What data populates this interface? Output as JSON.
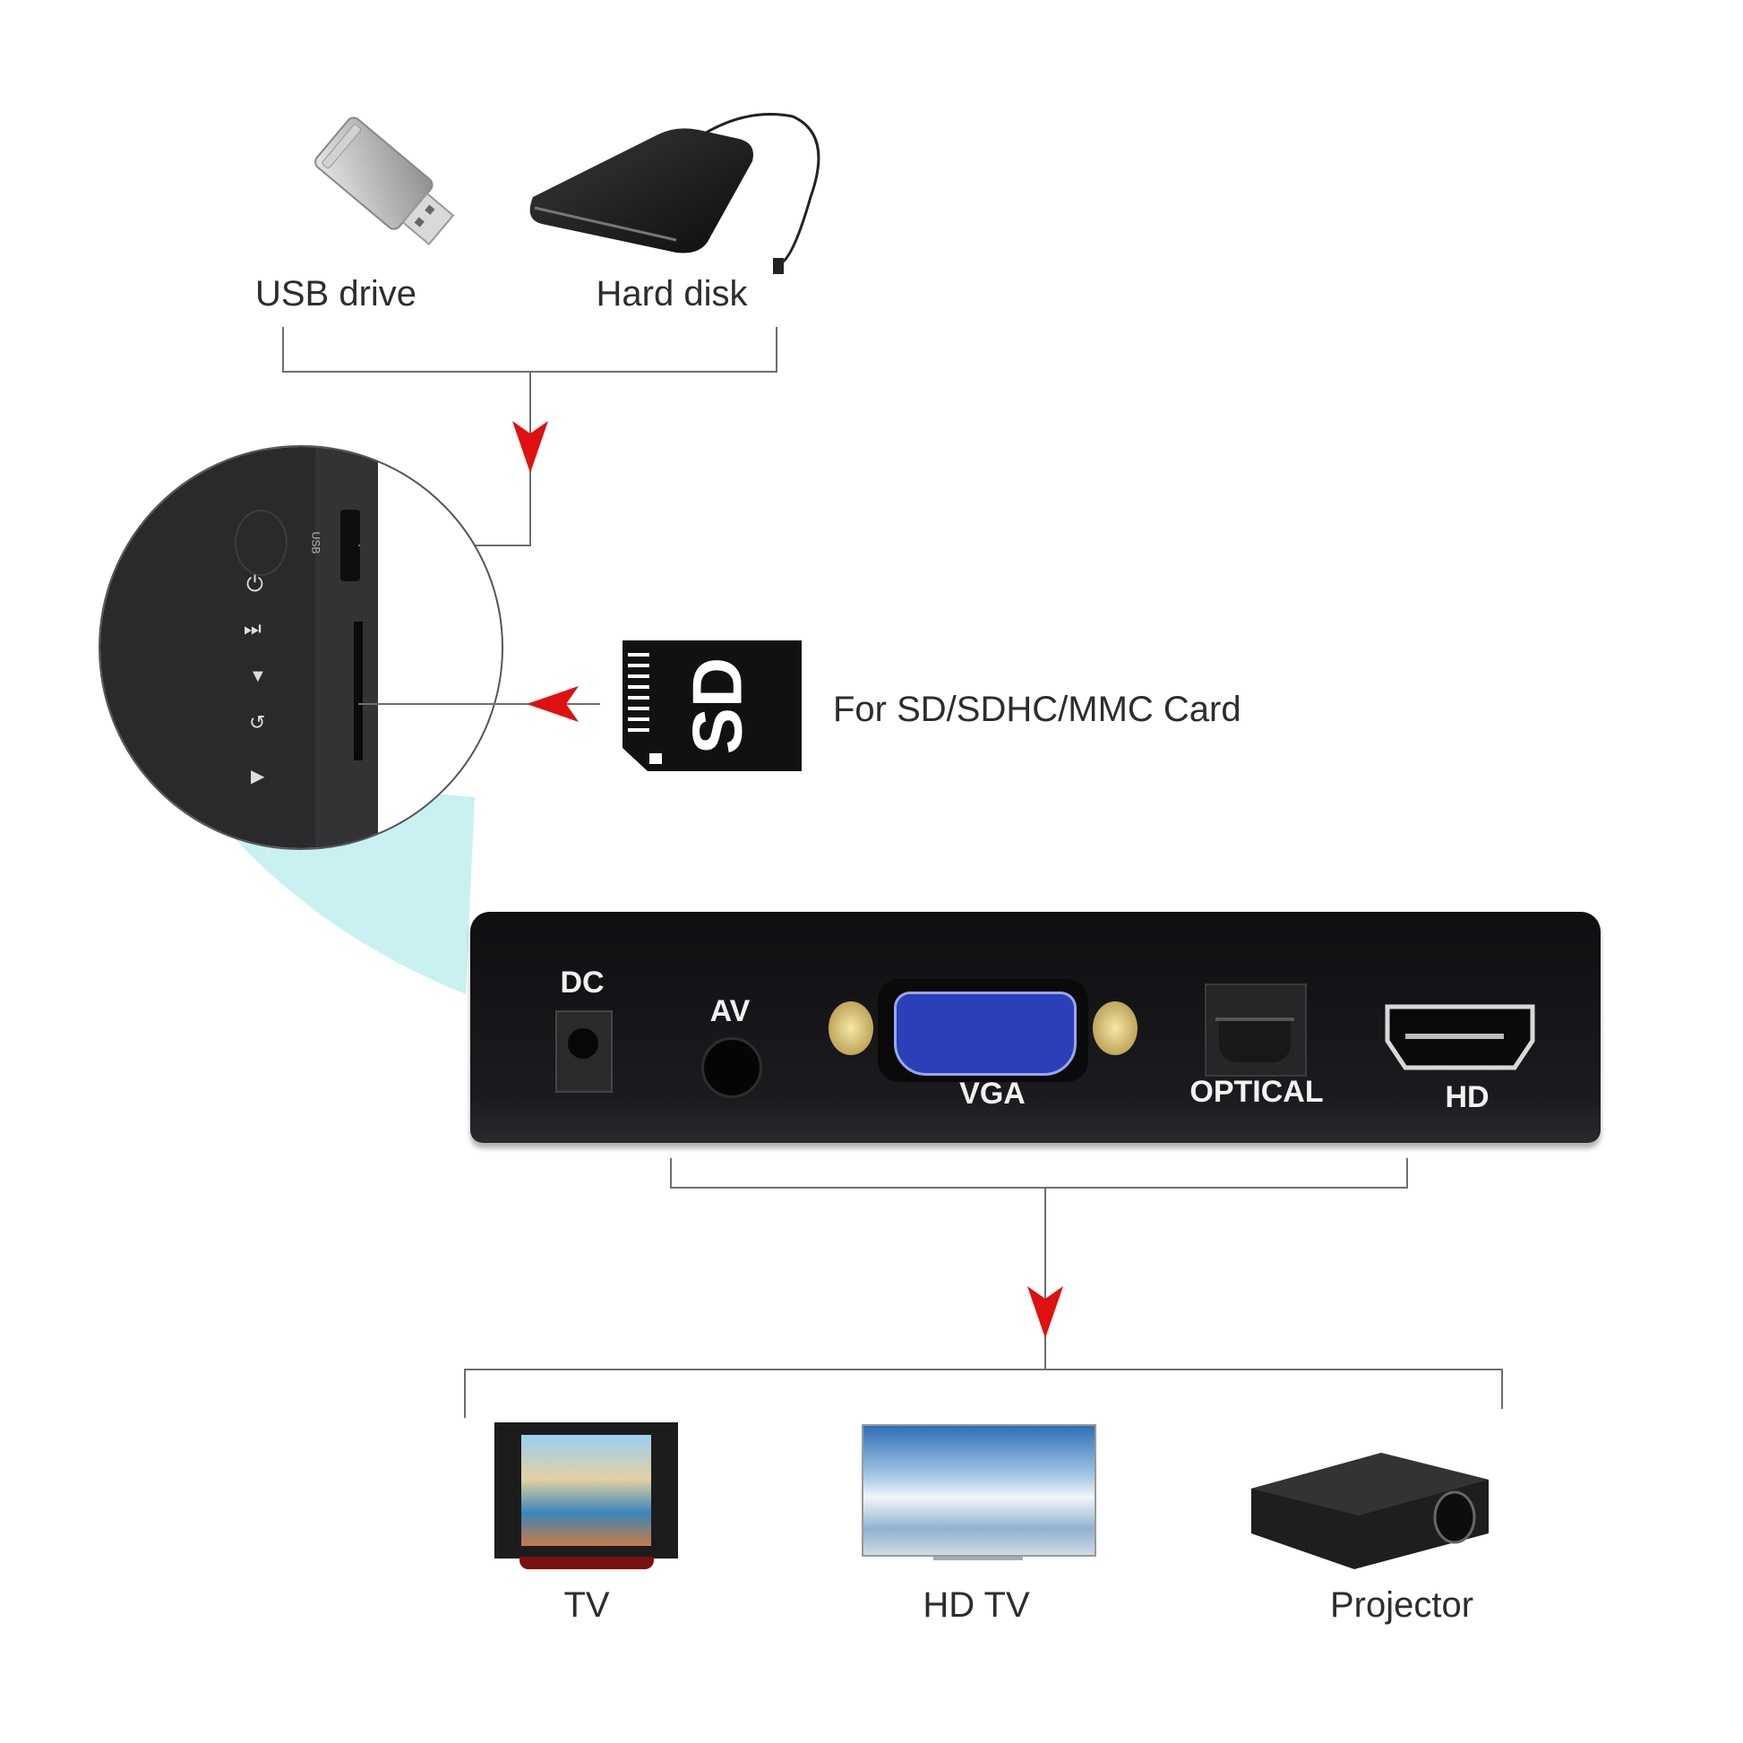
{
  "sources": {
    "items": [
      {
        "label": "USB drive",
        "icon": "usb-drive-icon"
      },
      {
        "label": "Hard disk",
        "icon": "external-hard-disk-icon"
      }
    ]
  },
  "device_side": {
    "usb_port_label": "USB",
    "buttons": [
      "power",
      "fast-forward",
      "down",
      "return",
      "play"
    ]
  },
  "sd_card": {
    "card_text": "SD",
    "caption": "For SD/SDHC/MMC Card"
  },
  "rear_panel": {
    "ports": [
      {
        "label": "DC",
        "type": "dc-power-jack"
      },
      {
        "label": "AV",
        "type": "av-jack"
      },
      {
        "label": "VGA",
        "type": "vga-port"
      },
      {
        "label": "OPTICAL",
        "type": "optical-port"
      },
      {
        "label": "HD",
        "type": "hdmi-port"
      }
    ]
  },
  "outputs": {
    "items": [
      {
        "label": "TV",
        "icon": "crt-tv-icon"
      },
      {
        "label": "HD TV",
        "icon": "flat-hd-tv-icon"
      },
      {
        "label": "Projector",
        "icon": "projector-icon"
      }
    ]
  },
  "colors": {
    "arrow": "#e01010",
    "line": "#6e6e6e",
    "device": "#1c1c1e",
    "vga_blue": "#2a3fb8",
    "highlight_cyan": "#bfeff0"
  }
}
